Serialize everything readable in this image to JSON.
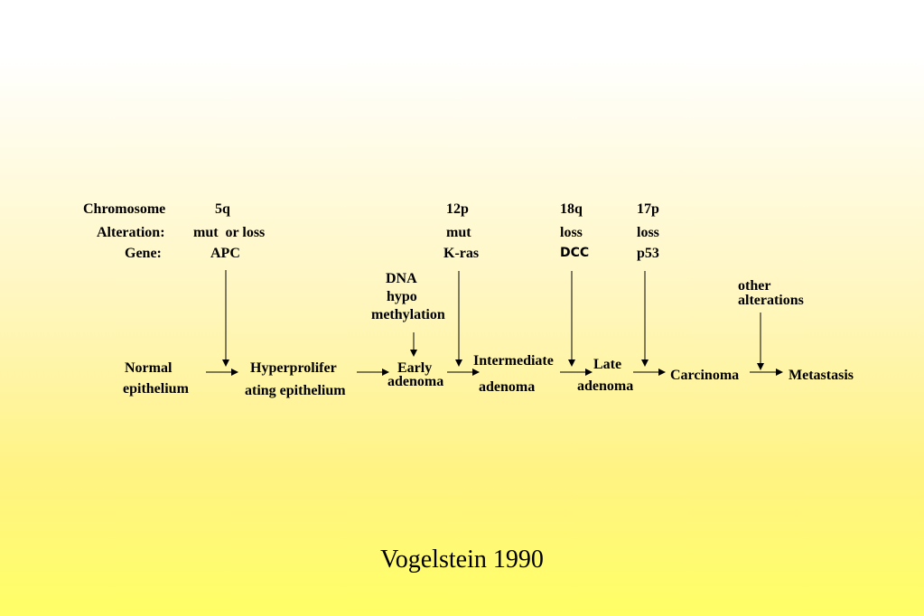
{
  "row_labels": {
    "chromosome": "Chromosome",
    "alteration": "Alteration:",
    "gene": "Gene:"
  },
  "genetic_events": [
    {
      "chromosome": "5q",
      "alteration": "mut  or loss",
      "gene": "APC"
    },
    {
      "chromosome": "12p",
      "alteration": "mut",
      "gene": "K-ras"
    },
    {
      "chromosome": "18q",
      "alteration": "loss",
      "gene": "DCC"
    },
    {
      "chromosome": "17p",
      "alteration": "loss",
      "gene": "p53"
    }
  ],
  "other_events": {
    "dna": [
      "DNA",
      "hypo",
      "methylation"
    ],
    "other": [
      "other",
      "alterations"
    ]
  },
  "stages": [
    {
      "line1": "Normal",
      "line2": "epithelium"
    },
    {
      "line1": "Hyperprolifer",
      "line2": "ating epithelium"
    },
    {
      "line1": "Early",
      "line2": "adenoma"
    },
    {
      "line1": "Intermediate",
      "line2": "adenoma"
    },
    {
      "line1": "Late",
      "line2": "adenoma"
    },
    {
      "line1": "Carcinoma",
      "line2": ""
    },
    {
      "line1": "Metastasis",
      "line2": ""
    }
  ],
  "citation": "Vogelstein 1990"
}
